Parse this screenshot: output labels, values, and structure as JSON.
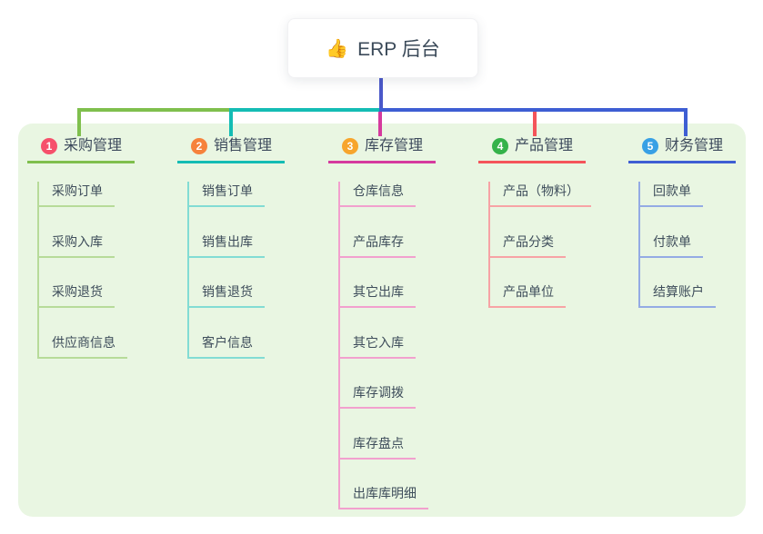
{
  "root": {
    "icon": "👍",
    "label": "ERP 后台"
  },
  "colors": {
    "root_line": "#4a58c9",
    "panel_bg": "#e9f6e2",
    "text": "#3d4b5c"
  },
  "branches": [
    {
      "num": "1",
      "label": "采购管理",
      "colors": {
        "badge": "#f6506b",
        "line": "#7fbf4d",
        "line_light": "#b7db99"
      },
      "children": [
        "采购订单",
        "采购入库",
        "采购退货",
        "供应商信息"
      ]
    },
    {
      "num": "2",
      "label": "销售管理",
      "colors": {
        "badge": "#f6823c",
        "line": "#14bcb4",
        "line_light": "#82dcd4"
      },
      "children": [
        "销售订单",
        "销售出库",
        "销售退货",
        "客户信息"
      ]
    },
    {
      "num": "3",
      "label": "库存管理",
      "colors": {
        "badge": "#f7a52c",
        "line": "#d53a9e",
        "line_light": "#f2a0ce"
      },
      "children": [
        "仓库信息",
        "产品库存",
        "其它出库",
        "其它入库",
        "库存调拨",
        "库存盘点",
        "出库库明细"
      ]
    },
    {
      "num": "4",
      "label": "产品管理",
      "colors": {
        "badge": "#35b24a",
        "line": "#f4545a",
        "line_light": "#f7a3a5"
      },
      "children": [
        "产品（物料）",
        "产品分类",
        "产品单位"
      ]
    },
    {
      "num": "5",
      "label": "财务管理",
      "colors": {
        "badge": "#38a0e5",
        "line": "#3e5ed3",
        "line_light": "#94abe4"
      },
      "children": [
        "回款单",
        "付款单",
        "结算账户"
      ]
    }
  ]
}
